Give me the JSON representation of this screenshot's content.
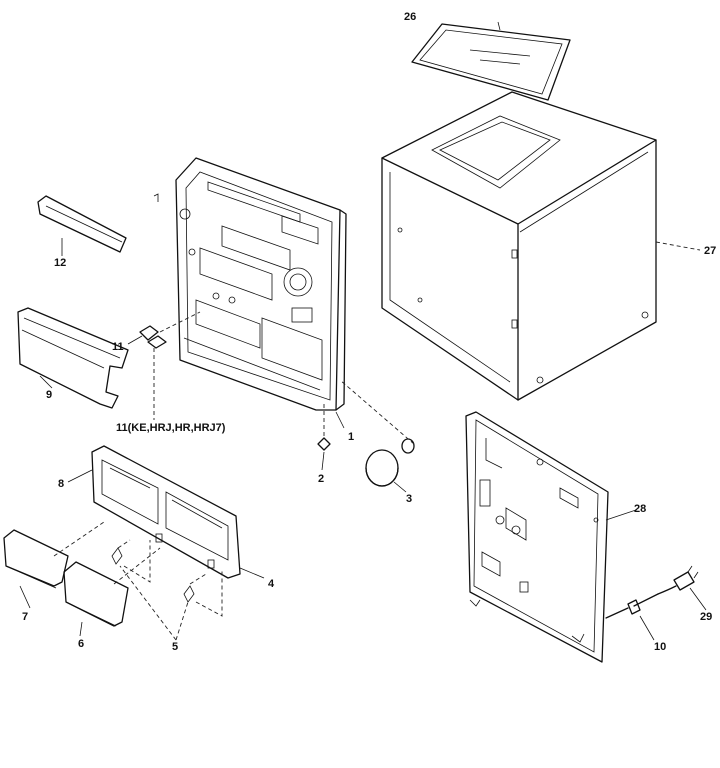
{
  "callouts": {
    "c26_top": "26",
    "c27": "27",
    "c12": "12",
    "c11": "11",
    "c9": "9",
    "c11_variants": "11(KE,HRJ,HR,HRJ7)",
    "c1": "1",
    "c2": "2",
    "c3": "3",
    "c8": "8",
    "c4": "4",
    "c7": "7",
    "c6": "6",
    "c5": "5",
    "c28": "28",
    "c29": "29",
    "c10": "10"
  }
}
